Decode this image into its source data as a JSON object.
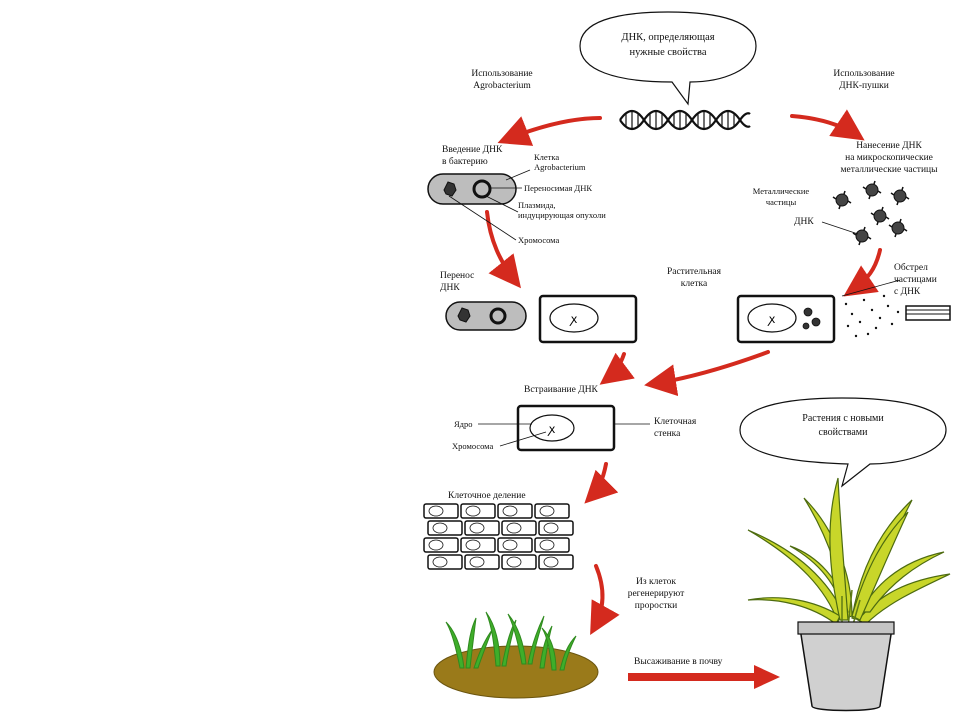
{
  "bubble_top": {
    "line1": "ДНК, определяющая",
    "line2": "нужные свойства"
  },
  "left_method": {
    "line1": "Использование",
    "line2": "Agrobacterium"
  },
  "right_method": {
    "line1": "Использование",
    "line2": "ДНК-пушки"
  },
  "intro_dna": {
    "line1": "Введение ДНК",
    "line2": "в бактерию"
  },
  "agro_cell": {
    "line1": "Клетка",
    "line2": "Agrobacterium"
  },
  "transferred_dna": "Переносимая ДНК",
  "plasmid": {
    "line1": "Плазмида,",
    "line2": "индуцирующая опухоли"
  },
  "chromosome_1": "Хромосома",
  "coating": {
    "line1": "Нанесение ДНК",
    "line2": "на микроскопические",
    "line3": "металлические частицы"
  },
  "metal_particles": {
    "line1": "Металлические",
    "line2": "частицы"
  },
  "dna_small": "ДНК",
  "transfer_dna": {
    "line1": "Перенос",
    "line2": "ДНК"
  },
  "plant_cell": {
    "line1": "Растительная",
    "line2": "клетка"
  },
  "shelling": {
    "line1": "Обстрел",
    "line2": "частицами",
    "line3": "с ДНК"
  },
  "integration": "Встраивание ДНК",
  "nucleus": "Ядро",
  "chromosome_2": "Хромосома",
  "cell_wall": {
    "line1": "Клеточная",
    "line2": "стенка"
  },
  "cell_division": "Клеточное деление",
  "regeneration": {
    "line1": "Из клеток",
    "line2": "регенерируют",
    "line3": "проростки"
  },
  "planting": "Высаживание в почву",
  "bubble_plant": {
    "line1": "Растения с новыми",
    "line2": "свойствами"
  },
  "colors": {
    "arrow": "#d42a1e",
    "leaf": "#c8d62a",
    "leaf_dark": "#5f7c16",
    "soil": "#9a7a1a",
    "sprout": "#3fae2a",
    "pot": "#d0d0d0"
  }
}
